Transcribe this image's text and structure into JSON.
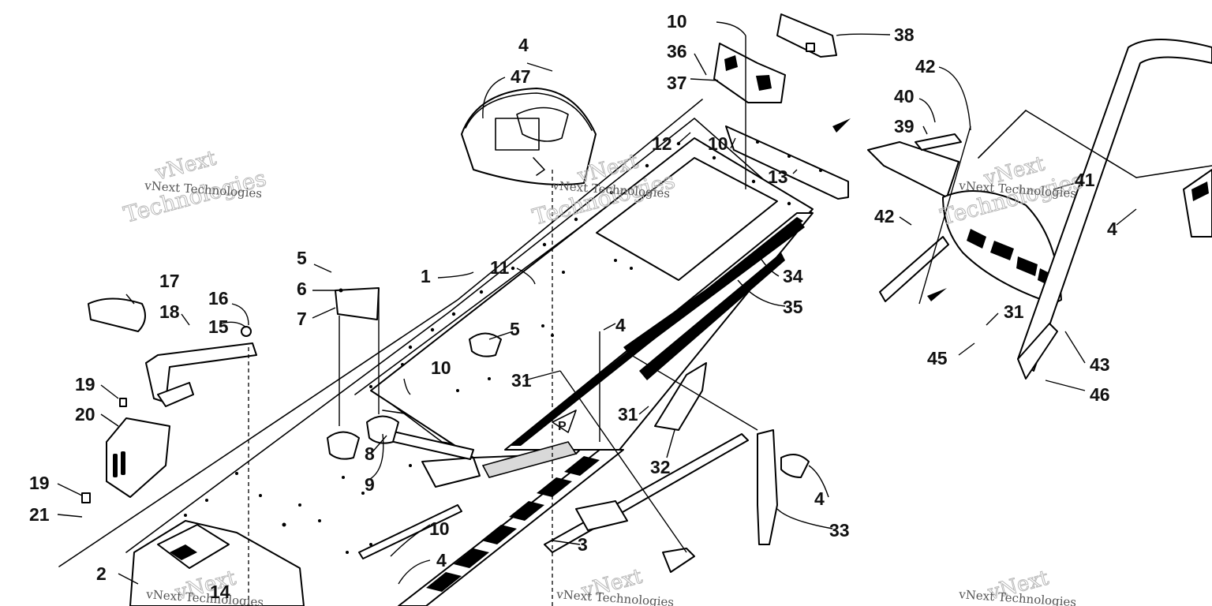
{
  "callouts": {
    "c1": "1",
    "c2": "2",
    "c3": "3",
    "c4a": "4",
    "c4b": "4",
    "c4c": "4",
    "c4d": "4",
    "c4e": "4",
    "c5a": "5",
    "c5b": "5",
    "c6": "6",
    "c7": "7",
    "c8": "8",
    "c9": "9",
    "c10a": "10",
    "c10b": "10",
    "c10c": "10",
    "c10d": "10",
    "c11": "11",
    "c12": "12",
    "c13": "13",
    "c14": "14",
    "c15": "15",
    "c16": "16",
    "c17": "17",
    "c18": "18",
    "c19a": "19",
    "c19b": "19",
    "c20": "20",
    "c21": "21",
    "c31a": "31",
    "c31b": "31",
    "c31c": "31",
    "c32": "32",
    "c33": "33",
    "c34": "34",
    "c35": "35",
    "c36": "36",
    "c37": "37",
    "c38": "38",
    "c39": "39",
    "c40": "40",
    "c41": "41",
    "c42a": "42",
    "c42b": "42",
    "c43": "43",
    "c45": "45",
    "c46": "46",
    "c47": "47"
  },
  "watermark": {
    "brand_big": "vNext",
    "brand_word": "Technologies",
    "brand_full": "vNext Technologies"
  },
  "colors": {
    "line": "#000000",
    "background": "#ffffff",
    "watermark": "#b8b8b8"
  }
}
